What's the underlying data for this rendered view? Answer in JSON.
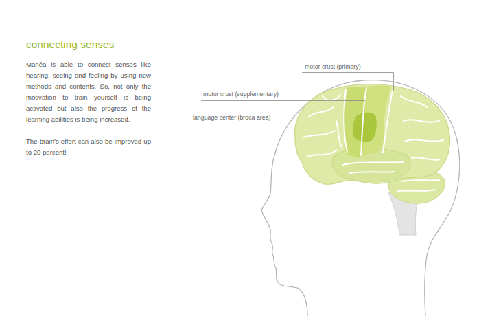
{
  "diagram": {
    "title": "connecting senses",
    "labels": [
      "Manéa is able to connect senses like hearing, seeing and feeling by using new methods and contents. So, not only the motivation to train yourself is being activated but also the progress of the learning abilities is being increased.",
      "The brain’s effort can also be improved up to 20 percent!",
      "motor crust (primary)",
      "motor crust (supplementary)",
      "language center (broca area)"
    ]
  }
}
